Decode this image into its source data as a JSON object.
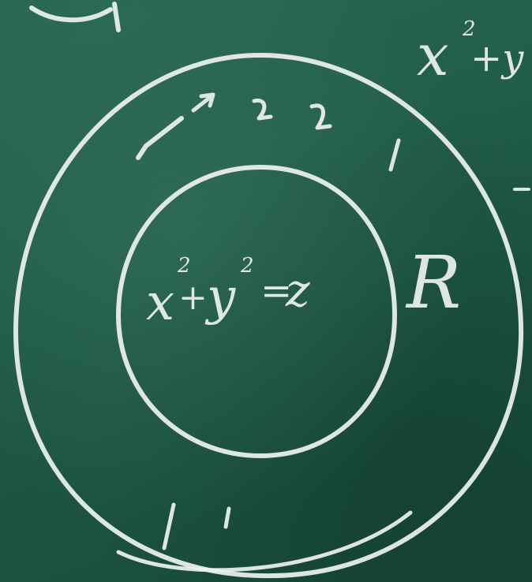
{
  "scene": {
    "description_free": true,
    "colors": {
      "board": "#1f5a47",
      "chalk": "#eef3ee"
    }
  },
  "labels": {
    "top_right_fragment": {
      "base": "x",
      "sup": "2",
      "rest": "+y"
    },
    "inner_equation": {
      "x": "x",
      "x_sup": "2",
      "plus": "+",
      "y": "y",
      "y_sup": "2",
      "eq": "=",
      "rhs": "z"
    },
    "region": "R",
    "tick_marks": [
      "✓",
      "↗",
      "2",
      "1",
      "1",
      "1"
    ]
  }
}
